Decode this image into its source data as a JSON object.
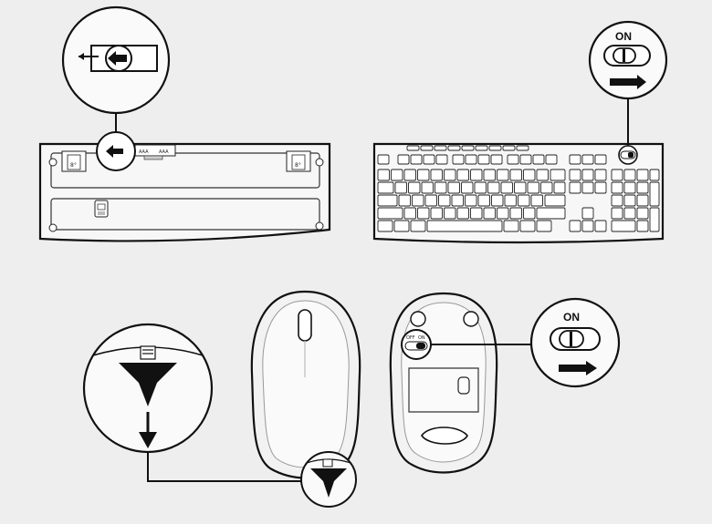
{
  "switch_label_on": "ON",
  "mouse_switch_off": "OFF",
  "mouse_switch_on": "ON",
  "battery_label": "AAA",
  "keyboard_foot_label": "8°",
  "colors": {
    "background": "#eeeeee",
    "line": "#111111",
    "device_fill": "#f7f7f7",
    "key_fill": "#ffffff",
    "shadow": "#dcdcdc"
  }
}
